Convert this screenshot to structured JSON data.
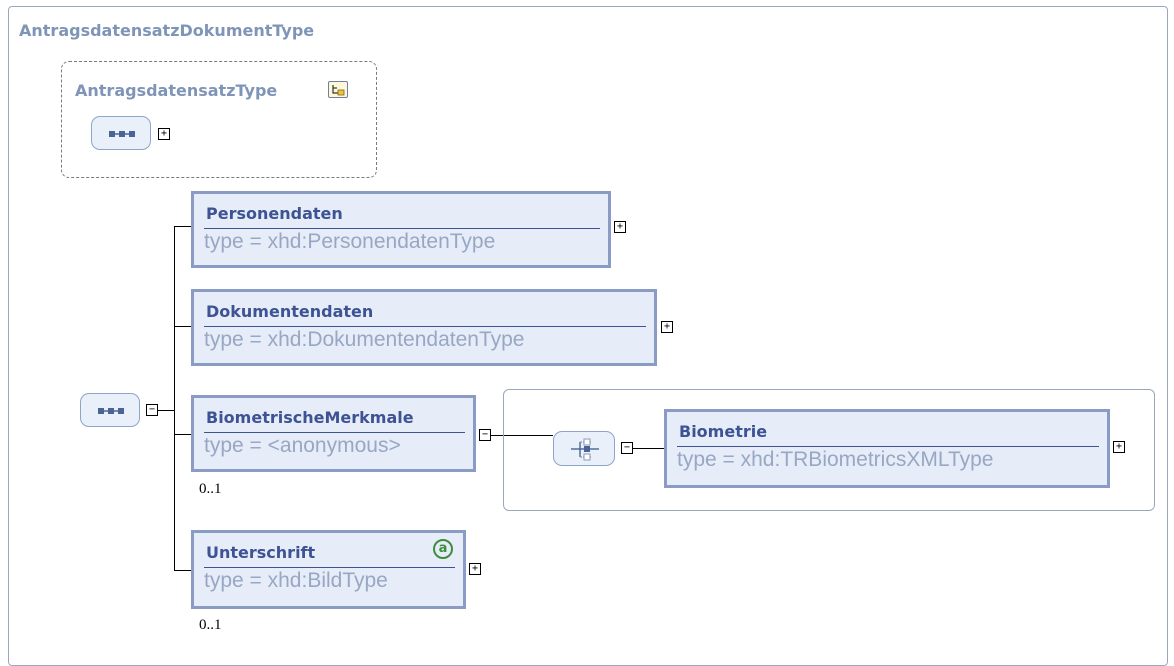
{
  "diagram": {
    "outer_title": "AntragsdatensatzDokumentType",
    "base_type": {
      "title": "AntragsdatensatzType",
      "icon": "complex-type-icon"
    },
    "elements": [
      {
        "name": "Personendaten",
        "type": "type = xhd:PersonendatenType",
        "occurrence": ""
      },
      {
        "name": "Dokumentendaten",
        "type": "type = xhd:DokumentendatenType",
        "occurrence": ""
      },
      {
        "name": "BiometrischeMerkmale",
        "type": "type = <anonymous>",
        "occurrence": "0..1"
      },
      {
        "name": "Unterschrift",
        "type": "type = xhd:BildType",
        "occurrence": "0..1",
        "attribute_badge": "a"
      }
    ],
    "choice_child": {
      "name": "Biometrie",
      "type": "type = xhd:TRBiometricsXMLType"
    },
    "toggles": {
      "expand": "+",
      "collapse": "−"
    }
  }
}
